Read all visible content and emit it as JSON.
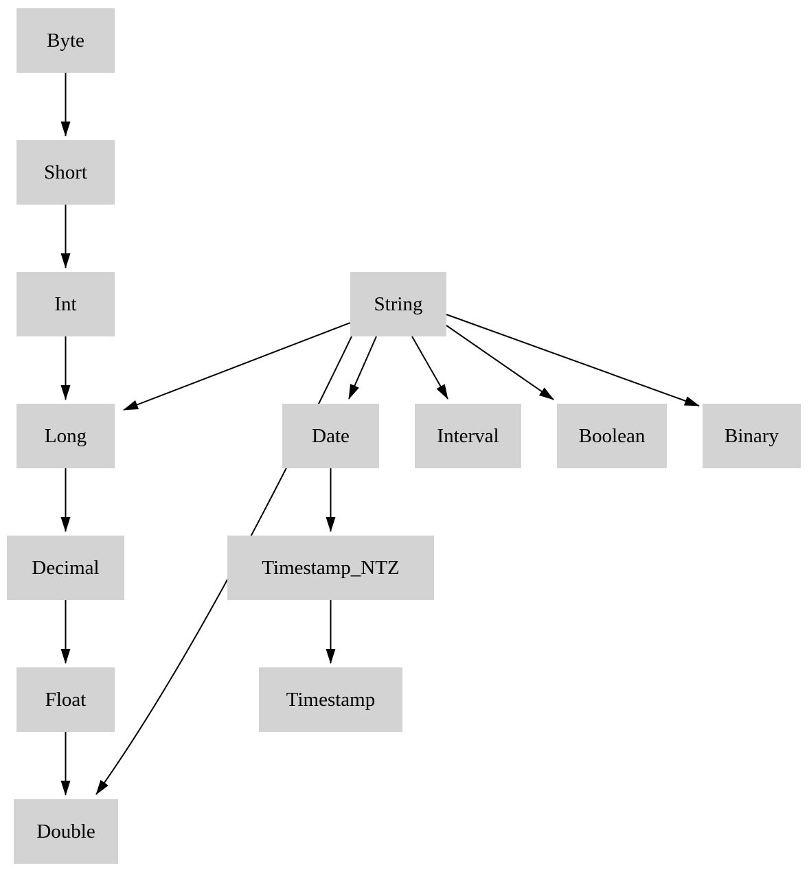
{
  "diagram": {
    "type": "directed-graph",
    "description": "Data type coercion precedence graph",
    "node_fill": "#d3d3d3",
    "text_color": "#000000",
    "edge_color": "#000000",
    "background": "#ffffff",
    "nodes": {
      "byte": "Byte",
      "short": "Short",
      "int": "Int",
      "string": "String",
      "long": "Long",
      "date": "Date",
      "interval": "Interval",
      "boolean": "Boolean",
      "binary": "Binary",
      "decimal": "Decimal",
      "timestamp_ntz": "Timestamp_NTZ",
      "float": "Float",
      "timestamp": "Timestamp",
      "double": "Double"
    },
    "edges": [
      {
        "from": "Byte",
        "to": "Short"
      },
      {
        "from": "Short",
        "to": "Int"
      },
      {
        "from": "Int",
        "to": "Long"
      },
      {
        "from": "Long",
        "to": "Decimal"
      },
      {
        "from": "Decimal",
        "to": "Float"
      },
      {
        "from": "Float",
        "to": "Double"
      },
      {
        "from": "String",
        "to": "Long"
      },
      {
        "from": "String",
        "to": "Double"
      },
      {
        "from": "String",
        "to": "Date"
      },
      {
        "from": "String",
        "to": "Interval"
      },
      {
        "from": "String",
        "to": "Boolean"
      },
      {
        "from": "String",
        "to": "Binary"
      },
      {
        "from": "Date",
        "to": "Timestamp_NTZ"
      },
      {
        "from": "Timestamp_NTZ",
        "to": "Timestamp"
      }
    ]
  }
}
